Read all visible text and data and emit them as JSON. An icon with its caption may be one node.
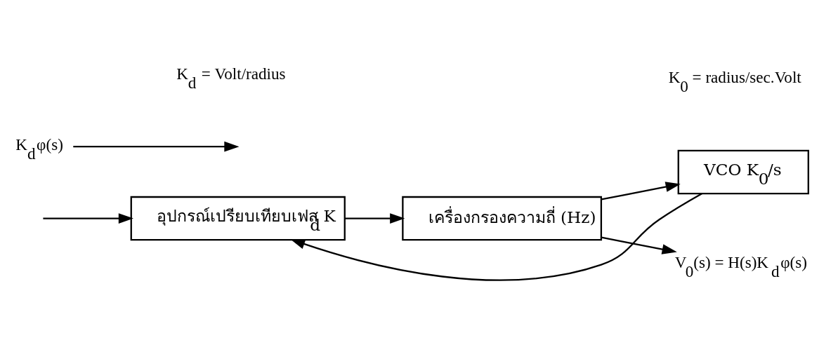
{
  "diagram": {
    "nodes": [
      {
        "text": [
          "อุปกรณ์เปรียบเทียบเฟส K$_{d}$"
        ]
      },
      {
        "text": [
          "เครื่องกรองความถี่ (Hz)"
        ]
      },
      {
        "text": [
          "VCO K$_{0}$/s"
        ]
      },
      {
        "text": [
          "V$_{0}$(s) = H(s)K$_{d}$φ(s)"
        ]
      },
      {
        "text": [
          "K$_{d}$φ(s)"
        ]
      }
    ],
    "edges": [
      {
        "from": null,
        "to": 0,
        "arrow": "to"
      },
      {
        "from": 0,
        "to": 1,
        "arrow": "to"
      },
      {
        "from": 4,
        "to": null,
        "arrow": "to"
      },
      {
        "from": 1,
        "to": 3,
        "arrow": "to"
      },
      {
        "from": 1,
        "to": 2,
        "arrow": "to"
      },
      {
        "from": 2,
        "to": 0,
        "arrow": "to"
      }
    ],
    "labels": [
      "K$_{d}$ = Volt/radius",
      "K$_{0}$ = radius/sec.Volt"
    ]
  }
}
